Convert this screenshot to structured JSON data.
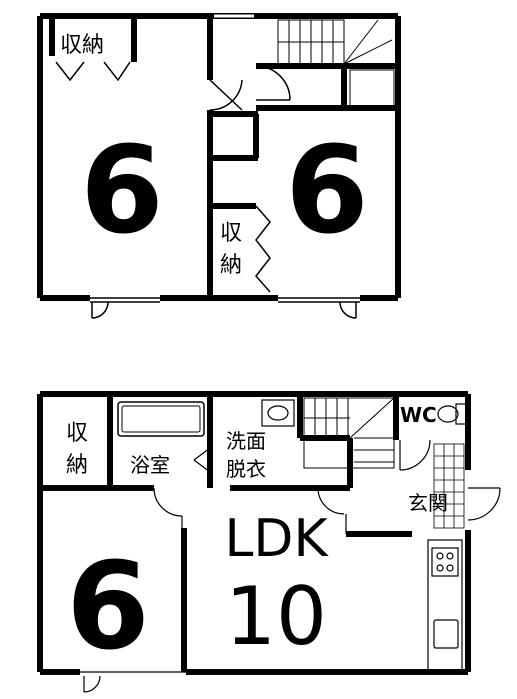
{
  "floor2": {
    "storage_nw": "収納",
    "room_left_size": "6",
    "room_right_size": "6",
    "storage_mid_1": "収",
    "storage_mid_2": "納"
  },
  "floor1": {
    "storage_1": "収",
    "storage_2": "納",
    "bath": "浴室",
    "washroom_1": "洗面",
    "washroom_2": "脱衣",
    "wc": "WC",
    "entrance": "玄関",
    "ldk": "LDK",
    "ldk_size": "10",
    "room_size": "6"
  }
}
